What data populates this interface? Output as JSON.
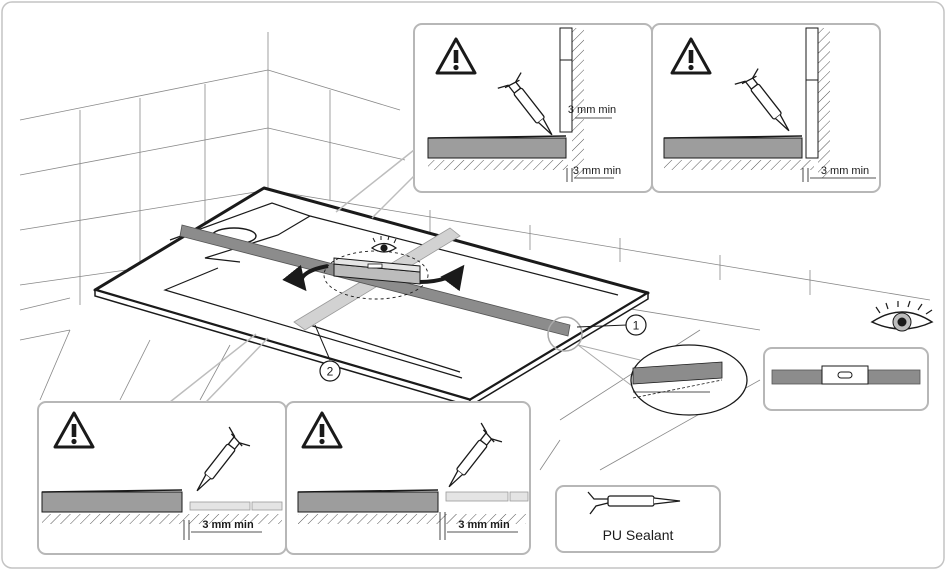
{
  "labels": {
    "min_gap": "3 mm min",
    "marker_1": "1",
    "marker_2": "2",
    "sealant": "PU Sealant"
  },
  "icons": [
    "warning-icon",
    "eye-icon",
    "sealant-gun-icon",
    "spirit-level-icon"
  ],
  "colors": {
    "line": "#1a1a1a",
    "frame": "#b7b7b7",
    "panel_fill": "#f8f8f8",
    "tray_fill": "#9d9d9d",
    "level_bar": "#8c8c8c",
    "level_bar_light": "#d2d2d2"
  }
}
